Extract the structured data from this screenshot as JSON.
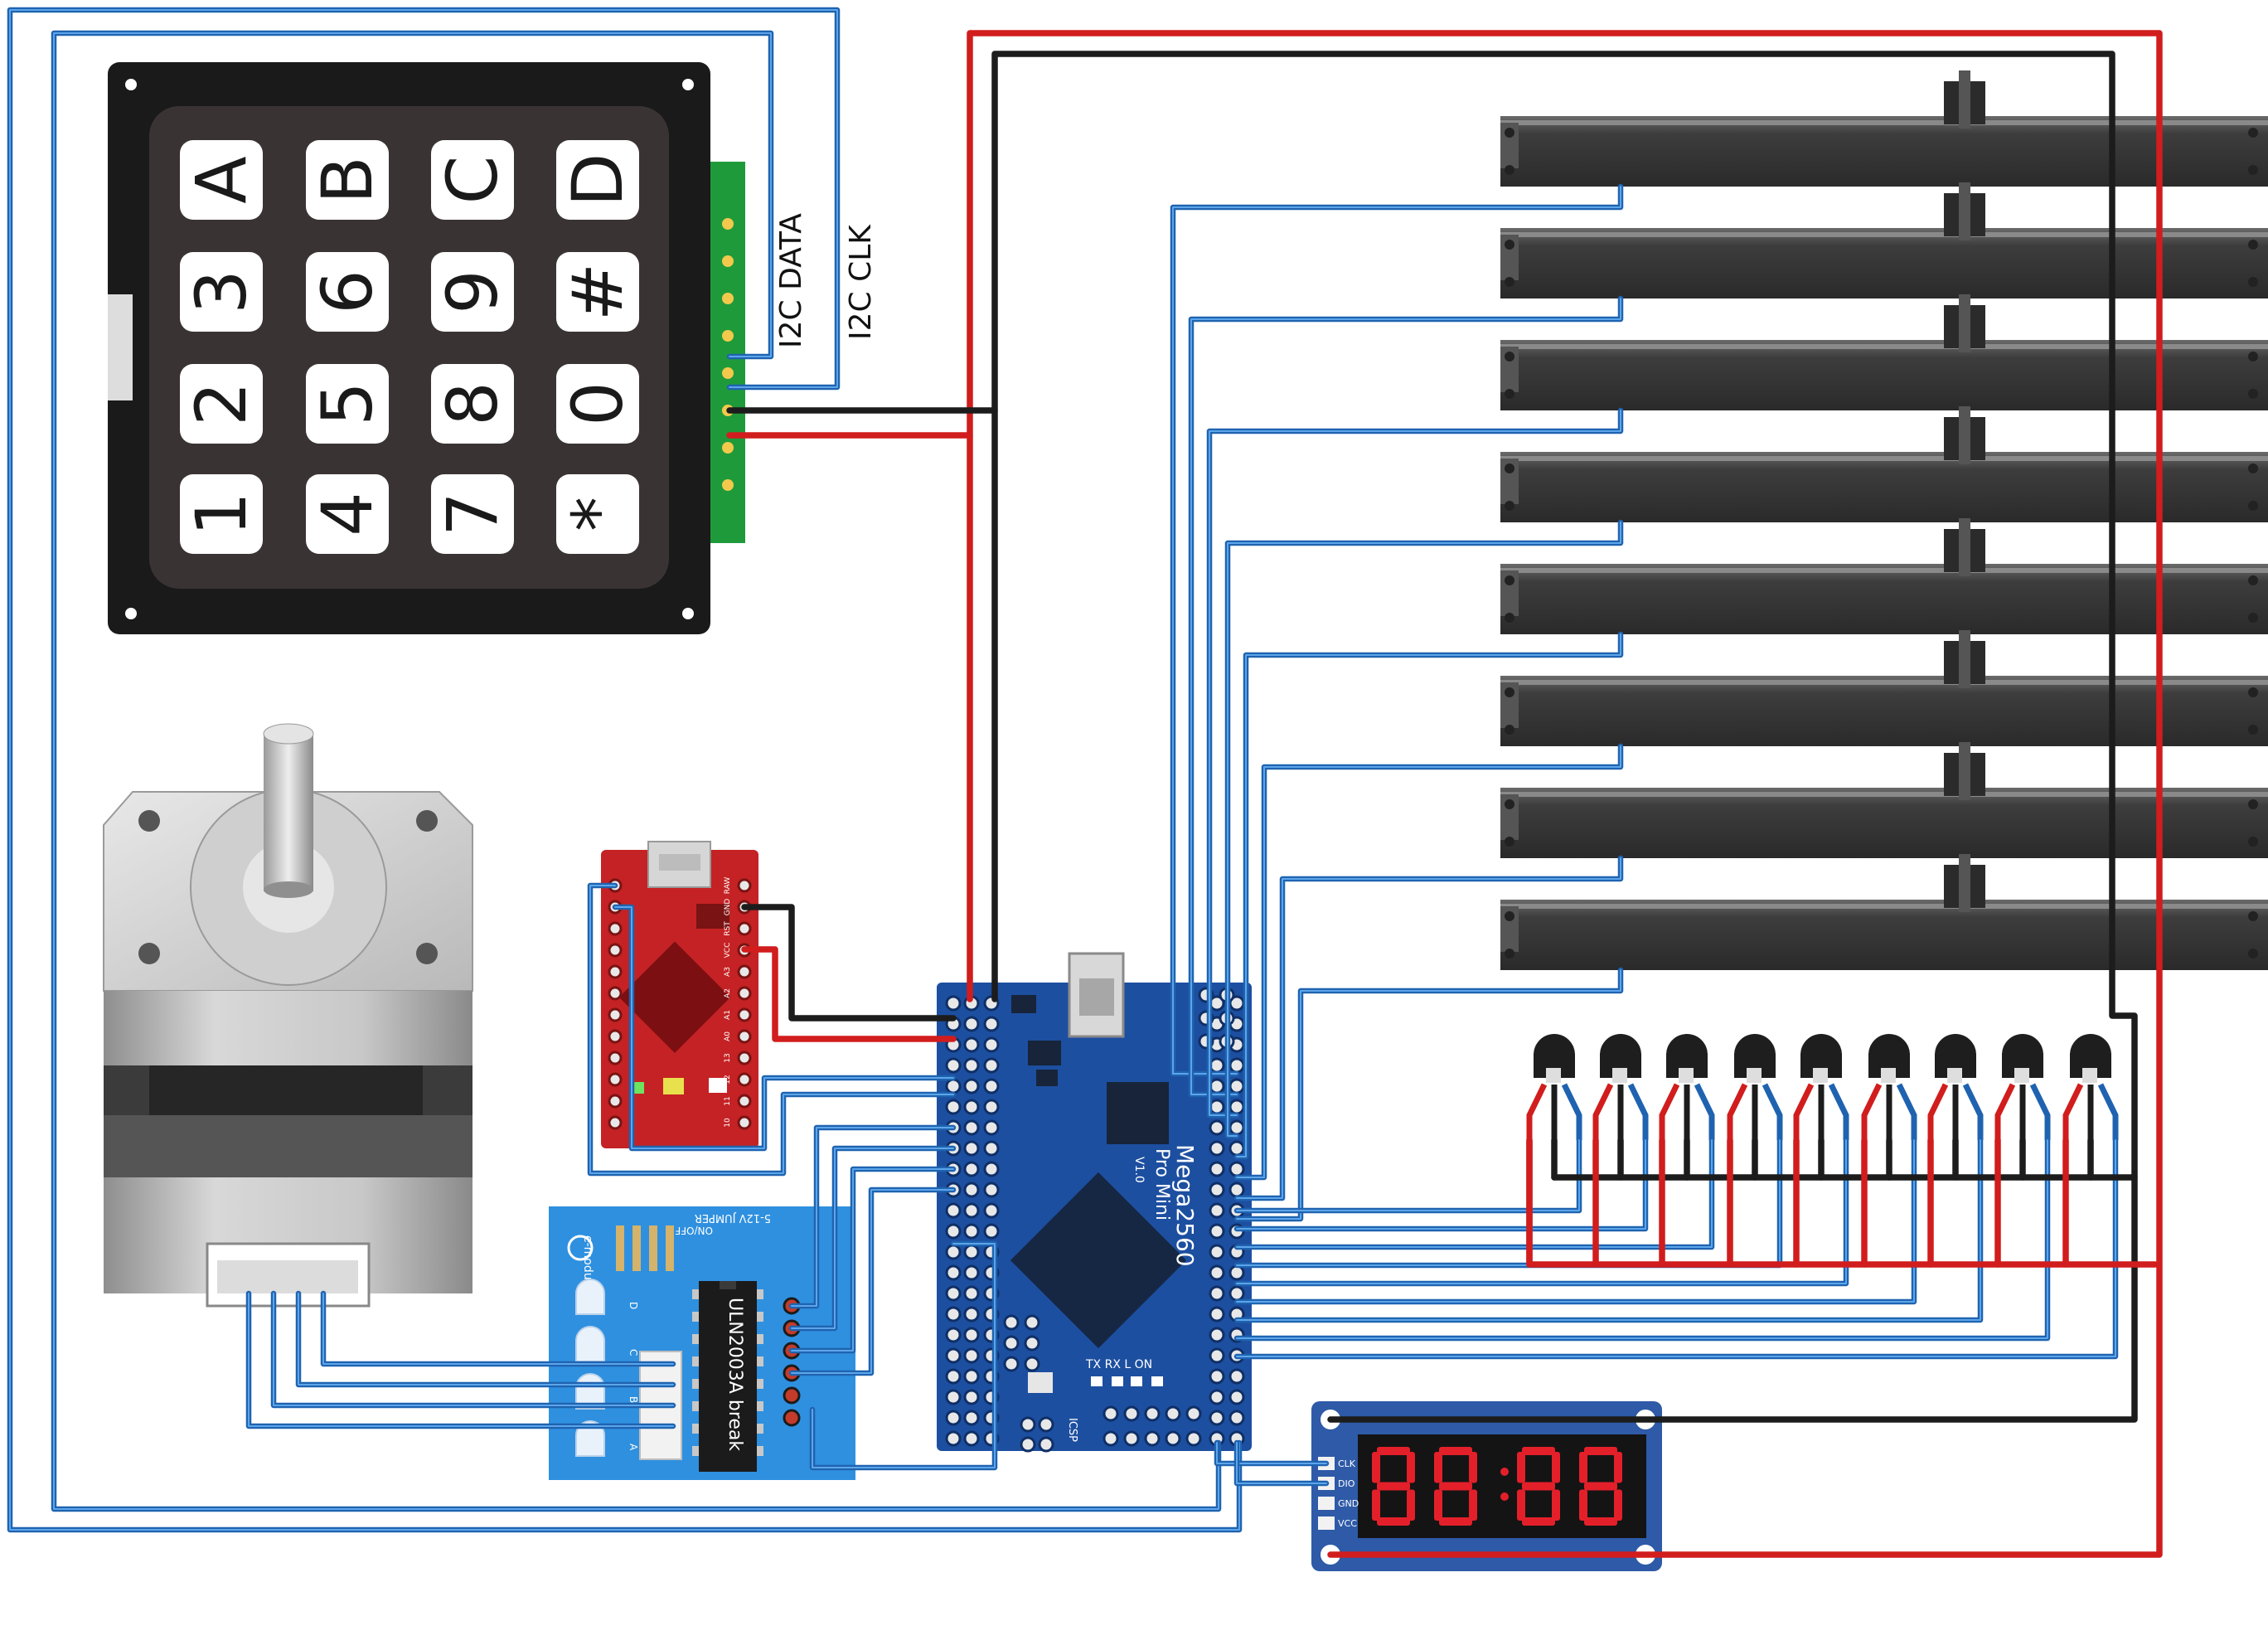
{
  "keypad": {
    "keys": [
      [
        "A",
        "B",
        "C",
        "D"
      ],
      [
        "3",
        "6",
        "9",
        "#"
      ],
      [
        "2",
        "5",
        "8",
        "0"
      ],
      [
        "1",
        "4",
        "7",
        "*"
      ]
    ]
  },
  "labels": {
    "i2c_data": "I2C DATA",
    "i2c_clk": "I2C CLK"
  },
  "mega": {
    "name": "Mega2560",
    "subtitle": "Pro Mini",
    "version": "V1.0",
    "leds": "TX RX L ON",
    "icsp": "ICSP"
  },
  "driver": {
    "chip": "ULN2003A break",
    "jumper": "5-12V JUMPER",
    "onoff": "ON/OFF",
    "leds": [
      "D",
      "C",
      "B",
      "A"
    ]
  },
  "display": {
    "pins": [
      "CLK",
      "DIO",
      "GND",
      "VCC"
    ]
  },
  "proMini": {
    "pins_right": [
      "RAW",
      "GND",
      "RST",
      "VCC",
      "A3",
      "A2",
      "A1",
      "A0",
      "13",
      "12",
      "11",
      "10"
    ]
  },
  "colors": {
    "wire_blue": "#1f63b0",
    "wire_red": "#d11d1d",
    "wire_black": "#1c1c1c",
    "pcb_blue": "#1d4fa0",
    "pcb_red": "#c42224",
    "segment_red": "#e3202a"
  },
  "icons": [
    "stepper-motor-icon",
    "keypad-icon",
    "slide-potentiometer-icon",
    "transistor-icon",
    "seven-segment-display-icon"
  ]
}
